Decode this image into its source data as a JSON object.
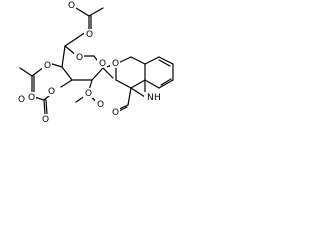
{
  "structure": {
    "atoms": {
      "o_ketone_top": "O",
      "o_ester_top": "O",
      "o_ring": "O",
      "o_left_upper": "O",
      "o_left_mid": "O",
      "o_left_lower_carbonyl": "O",
      "o_left_lower_a": "O",
      "o_left_lower_b": "O",
      "o_center_a": "O",
      "o_center_b": "O",
      "o_indole_link": "O",
      "o_lower_ester": "O",
      "o_bottom_carbonyl": "O",
      "n_indole": "N",
      "h_indole": "H"
    }
  }
}
